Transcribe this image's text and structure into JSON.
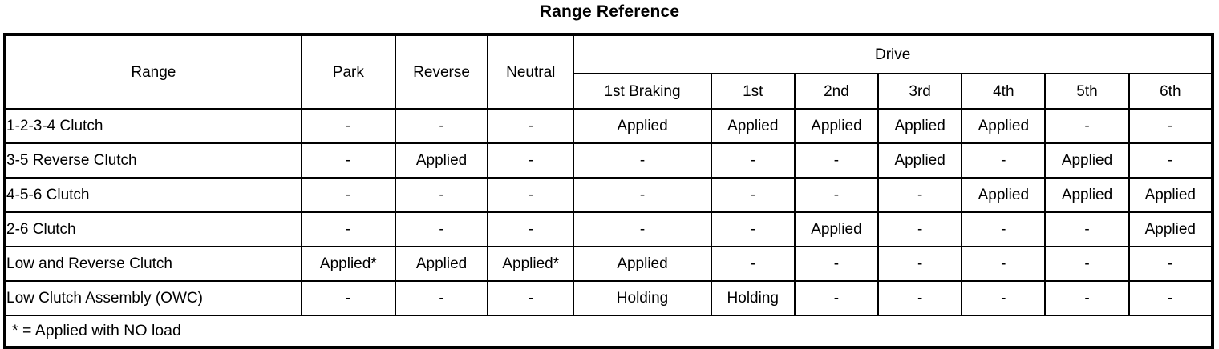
{
  "title": "Range Reference",
  "table": {
    "header": {
      "range_label": "Range",
      "park_label": "Park",
      "reverse_label": "Reverse",
      "neutral_label": "Neutral",
      "drive_group_label": "Drive",
      "drive_columns": [
        "1st Braking",
        "1st",
        "2nd",
        "3rd",
        "4th",
        "5th",
        "6th"
      ]
    },
    "columns": [
      "Range",
      "Park",
      "Reverse",
      "Neutral",
      "1st Braking",
      "1st",
      "2nd",
      "3rd",
      "4th",
      "5th",
      "6th"
    ],
    "rows": [
      {
        "label": "1-2-3-4 Clutch",
        "values": [
          "-",
          "-",
          "-",
          "Applied",
          "Applied",
          "Applied",
          "Applied",
          "Applied",
          "-",
          "-"
        ]
      },
      {
        "label": "3-5 Reverse Clutch",
        "values": [
          "-",
          "Applied",
          "-",
          "-",
          "-",
          "-",
          "Applied",
          "-",
          "Applied",
          "-"
        ]
      },
      {
        "label": "4-5-6 Clutch",
        "values": [
          "-",
          "-",
          "-",
          "-",
          "-",
          "-",
          "-",
          "Applied",
          "Applied",
          "Applied"
        ]
      },
      {
        "label": "2-6 Clutch",
        "values": [
          "-",
          "-",
          "-",
          "-",
          "-",
          "Applied",
          "-",
          "-",
          "-",
          "Applied"
        ]
      },
      {
        "label": "Low and Reverse Clutch",
        "values": [
          "Applied*",
          "Applied",
          "Applied*",
          "Applied",
          "-",
          "-",
          "-",
          "-",
          "-",
          "-"
        ]
      },
      {
        "label": "Low Clutch Assembly (OWC)",
        "values": [
          "-",
          "-",
          "-",
          "Holding",
          "Holding",
          "-",
          "-",
          "-",
          "-",
          "-"
        ]
      }
    ],
    "footnote": "* = Applied with NO load"
  }
}
